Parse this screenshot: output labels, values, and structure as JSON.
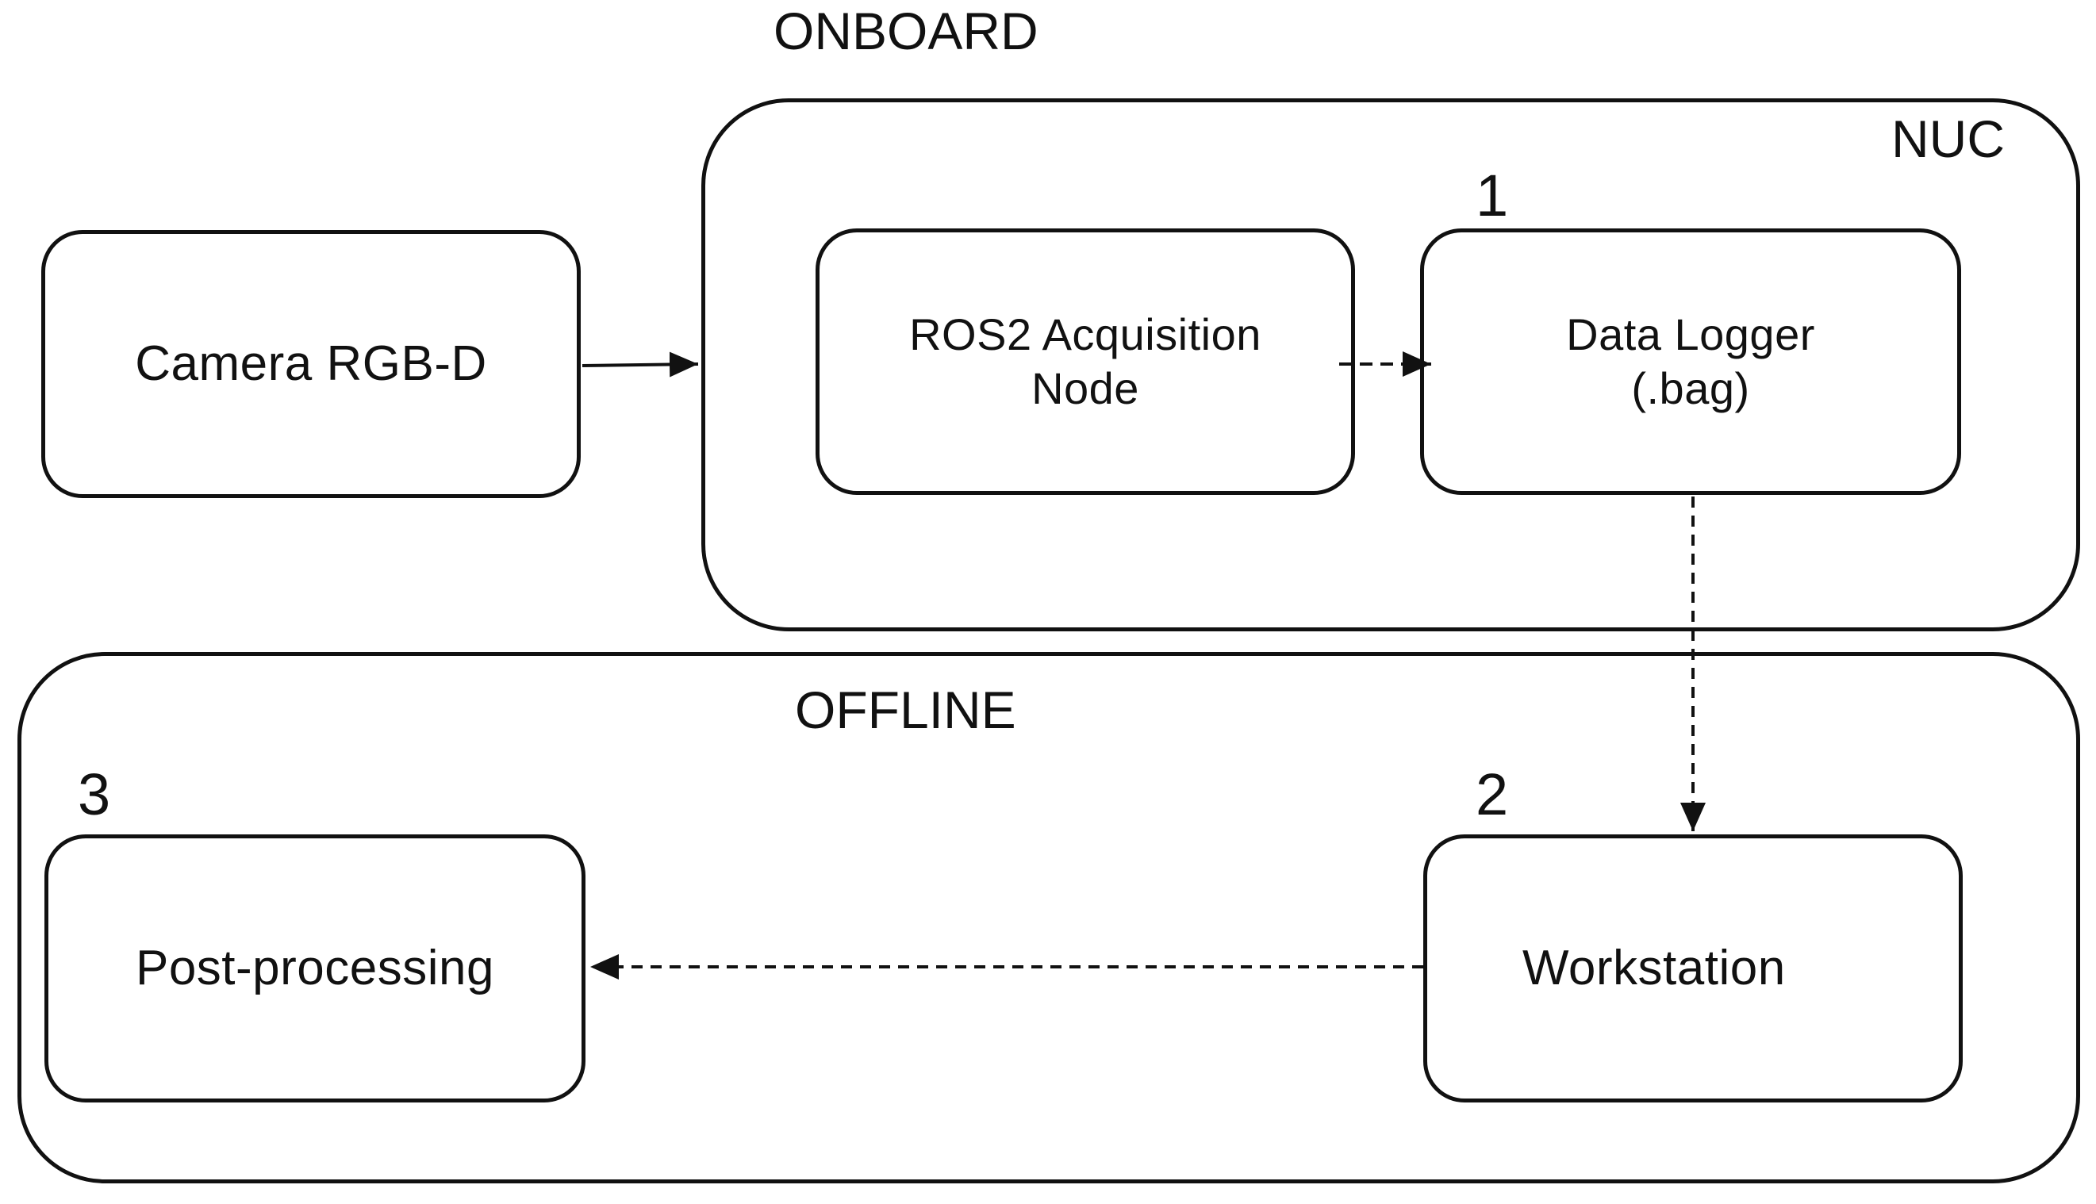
{
  "groups": {
    "onboard_label": "ONBOARD",
    "nuc_label": "NUC",
    "offline_label": "OFFLINE"
  },
  "nodes": {
    "camera": "Camera RGB-D",
    "acquisition": "ROS2 Acquisition\nNode",
    "logger": "Data Logger\n(.bag)",
    "workstation": "Workstation",
    "postprocessing": "Post-processing"
  },
  "steps": {
    "one": "1",
    "two": "2",
    "three": "3"
  },
  "edges": [
    {
      "from": "camera",
      "to": "nuc",
      "style": "solid"
    },
    {
      "from": "acquisition",
      "to": "logger",
      "style": "dashed"
    },
    {
      "from": "logger",
      "to": "workstation",
      "style": "dashed"
    },
    {
      "from": "workstation",
      "to": "postprocessing",
      "style": "dashed"
    }
  ],
  "colors": {
    "stroke": "#111111",
    "background": "#ffffff"
  }
}
